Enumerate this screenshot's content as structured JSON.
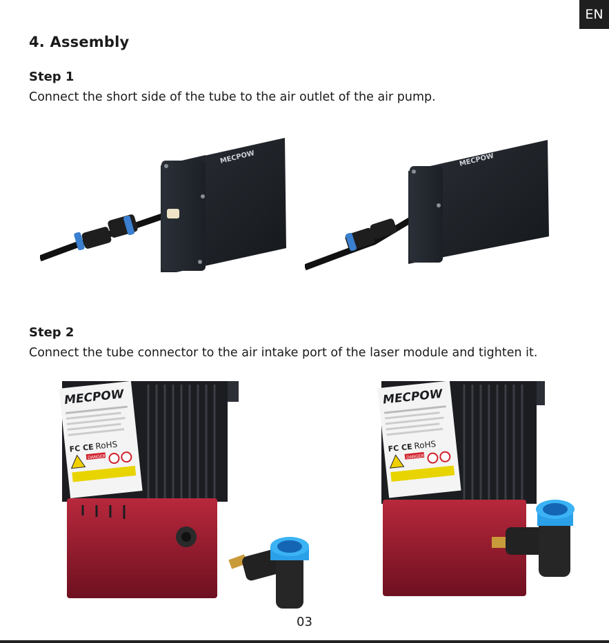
{
  "lang_badge": "EN",
  "section_title": "4. Assembly",
  "steps": [
    {
      "title": "Step 1",
      "text": "Connect the short side of the tube to the air outlet of the air pump.",
      "photos": [
        {
          "name": "pump-before",
          "brand": "MECPOW"
        },
        {
          "name": "pump-after",
          "brand": "MECPOW"
        }
      ]
    },
    {
      "title": "Step 2",
      "text": "Connect the tube connector to the air intake port of the laser module and tighten it.",
      "photos": [
        {
          "name": "laser-before",
          "brand": "MECPOW",
          "danger": "DANGER",
          "rohs": "RoHS",
          "fcce": "FC CE"
        },
        {
          "name": "laser-after",
          "brand": "MECPOW",
          "danger": "DANGER",
          "rohs": "RoHS",
          "fcce": "FC CE"
        }
      ]
    }
  ],
  "page_number": "03"
}
